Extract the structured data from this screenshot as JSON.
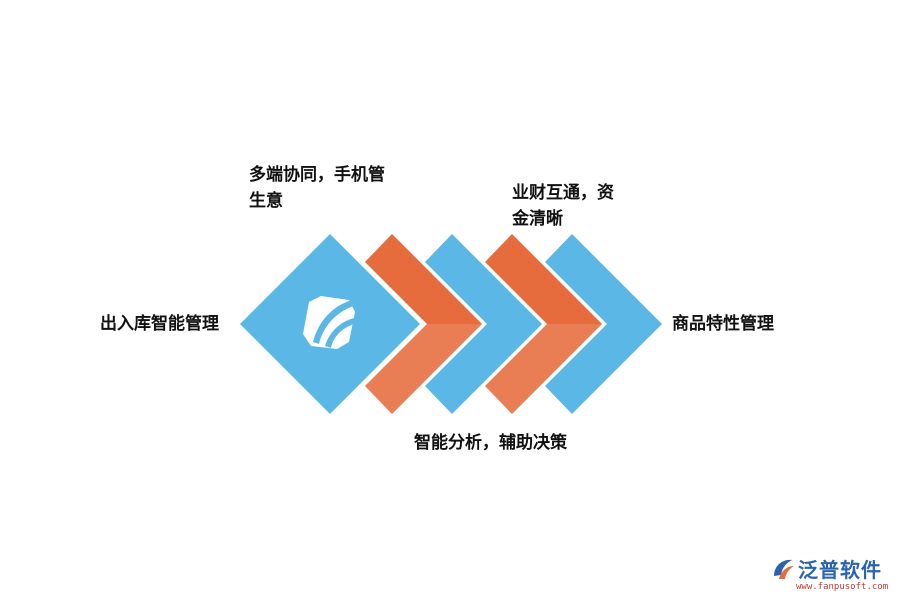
{
  "colors": {
    "blue": "#5bb8e6",
    "orange": "#e66b3d",
    "text": "#111111"
  },
  "diagram": {
    "left_label": "出入库智能管理",
    "right_label": "商品特性管理",
    "top_label_1": {
      "line1": "多端协同，手机管",
      "line2": "生意"
    },
    "top_label_2": {
      "line1": "业财互通，资",
      "line2": "金清晰"
    },
    "bottom_label": "智能分析，辅助决策",
    "center_icon": "logo-icon",
    "arrows": [
      {
        "name": "chevron-1",
        "color": "orange"
      },
      {
        "name": "chevron-2",
        "color": "blue"
      },
      {
        "name": "chevron-3",
        "color": "orange"
      },
      {
        "name": "chevron-4",
        "color": "blue"
      }
    ]
  },
  "watermark": {
    "brand": "泛普软件",
    "url": "www.fanpusoft.com",
    "icon": "fanpu-logo-icon"
  }
}
